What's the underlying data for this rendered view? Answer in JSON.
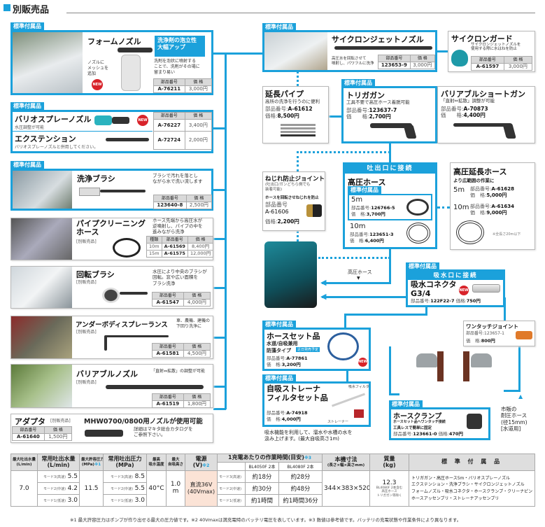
{
  "section_title": "別販売品",
  "tag_standard": "標準付属品",
  "foam": {
    "title": "フォームノズル",
    "badge": "洗浄剤の泡立性\n大幅アップ",
    "callout": "ノズルに\nメッシュを\n追加",
    "new": "NEW",
    "desc": "洗剤を泡状に噴射する\nことで、洗剤がその場に\n留まり易い",
    "h_part": "部品番号",
    "h_price": "価 格",
    "part": "A-76211",
    "price": "3,000円"
  },
  "vario": {
    "title": "バリオスプレーノズル",
    "sub": "水圧調整が可能",
    "new": "NEW",
    "part": "A-76227",
    "price": "3,400円",
    "ext_title": "エクステンション",
    "ext_sub": "バリオスプレーノズルと併用してください。",
    "ext_part": "A-72724",
    "ext_price": "2,000円",
    "h_part": "部品番号",
    "h_price": "価 格"
  },
  "brush": {
    "title": "洗浄ブラシ",
    "desc": "ブラシで汚れを落とし\nながら水で洗い流します",
    "h_part": "部品番号",
    "h_price": "価 格",
    "part": "123640-8",
    "price": "2,500円"
  },
  "pipe": {
    "title": "パイプクリーニング\nホース",
    "sub": "[別販売品]",
    "desc": "ホース先端から高圧水が\n逆噴射し、パイプの中を\n進みながら洗浄",
    "h_type": "種類",
    "h_part": "部品番号",
    "h_price": "価 格",
    "rows": [
      {
        "type": "10m",
        "part": "A-61569",
        "price": "8,400円"
      },
      {
        "type": "15m",
        "part": "A-61575",
        "price": "12,000円"
      }
    ]
  },
  "rotary": {
    "title": "回転ブラシ",
    "sub": "[別販売品]",
    "desc": "水圧により中央のブラシが\n回転。窓や広い面積を\nブラシ洗浄",
    "h_part": "部品番号",
    "h_price": "価 格",
    "part": "A-61547",
    "price": "4,000円"
  },
  "under": {
    "title": "アンダーボディスプレーランス",
    "sub": "[別販売品]",
    "desc": "車、農機、建機の\n下回り洗浄に",
    "h_part": "部品番号",
    "h_price": "価 格",
    "part": "A-61581",
    "price": "4,500円"
  },
  "varnoz": {
    "title": "バリアブルノズル",
    "sub": "[別販売品]",
    "desc": "「直射⇔拡散」の調整が可能",
    "h_part": "部品番号",
    "h_price": "価 格",
    "part": "A-61519",
    "price": "1,800円"
  },
  "adapter": {
    "title": "アダプタ",
    "sub": "[別販売品]",
    "headline": "MHW0700/0800用ノズルが使用可能",
    "desc": "詳細はマキタ総合カタログを\nご参照下さい。",
    "h_part": "部品番号",
    "h_price": "価 格",
    "part": "A-61640",
    "price": "1,500円"
  },
  "cyclone": {
    "title": "サイクロンジェットノズル",
    "desc": "高圧水を回転させて\n噴射し、パワフルに洗浄",
    "h_part": "部品番号",
    "h_price": "価 格",
    "part": "123653-9",
    "price": "3,000円"
  },
  "guard": {
    "title": "サイクロンガード",
    "desc": "サイクロンジェットノズルを\n使用する際に水はねを防止",
    "h_part": "部品番号",
    "h_price": "価 格",
    "part": "A-61597",
    "price": "3,000円"
  },
  "extpipe": {
    "title": "延長パイプ",
    "desc": "高所の洗浄を行うのに便利",
    "part_label": "部品番号:",
    "part": "A-61612",
    "price_label": "価格:",
    "price": "8,500円"
  },
  "trigger": {
    "title": "トリガガン",
    "desc": "工具不要で高圧ホース着脱可能",
    "part_label": "部品番号:",
    "part": "123637-7",
    "price_label": "価　　格:",
    "price": "2,700円"
  },
  "shortgun": {
    "title": "バリアブルショートガン",
    "desc": "「直射⇔拡散」調整が可能",
    "part_label": "部品番号:",
    "part": "A-70873",
    "price_label": "価　　格:",
    "price": "4,400円"
  },
  "twist": {
    "title": "ねじれ防止ジョイント",
    "note": "(吐出口/ガンどちら側でも\n装着可能)",
    "desc": "ホースを回転させねじれを防止",
    "part_label": "部品番号",
    "part": "A-61606",
    "price_label": "価格:",
    "price": "2,200円"
  },
  "discharge": {
    "header": "吐出口に接続",
    "title": "高圧ホース",
    "h5_len": "5m",
    "h5_part_label": "部品番号:",
    "h5_part": "126766-5",
    "h5_price_label": "価　格:",
    "h5_price": "3,700円",
    "h10_len": "10m",
    "h10_part_label": "部品番号:",
    "h10_part": "123651-3",
    "h10_price_label": "価　格:",
    "h10_price": "6,400円"
  },
  "hpext": {
    "title": "高圧延長ホース",
    "desc": "より広範囲の作業に",
    "a_len": "5m",
    "a_part_label": "部品番号:",
    "a_part": "A-61628",
    "a_price_label": "価　格:",
    "a_price": "5,000円",
    "b_len": "10m",
    "b_part_label": "部品番号:",
    "b_part": "A-61634",
    "b_price_label": "価　格:",
    "b_price": "9,000円",
    "note": "※全長さ20m以下"
  },
  "hp_hose_label": "高圧ホース",
  "intake": {
    "header": "吸水口に接続",
    "title": "吸水コネクタ\nG3/4",
    "new": "NEW",
    "part_label": "部品番号:",
    "part": "122F22-7",
    "price_label": "価格:",
    "price": "750円"
  },
  "onetouch": {
    "title": "ワンタッチジョイント",
    "part_label": "部品番号:",
    "part": "123657-1",
    "price_label": "価　格:",
    "price": "800円"
  },
  "hoseset": {
    "title": "ホースセット品",
    "sub1": "水道/自吸兼用",
    "sub2": "防藻タイプ",
    "soon": "近日発売予定",
    "new": "NEW",
    "part_label": "部品番号:",
    "part": "A-77861",
    "price_label": "価　格:",
    "price": "3,200円"
  },
  "strainer": {
    "title": "自吸ストレーナ\nフィルタセット品",
    "filter_label": "吸水フィルタ",
    "strainer_label": "ストレーナー",
    "part_label": "部品番号:",
    "part": "A-74918",
    "price_label": "価　格:",
    "price": "4,000円",
    "note": "吸水機能を利用して、溜水や水槽の水を\n汲み上げます。(最大自吸高さ1m)"
  },
  "clamp": {
    "title": "ホースクランプ",
    "desc1": "ホースセット品へワンタッチ接続",
    "desc2": "工具レスで簡単に固定",
    "part_label": "部品番号:",
    "part": "123661-0",
    "price_label": "価格:",
    "price": "470円"
  },
  "market_hose": "市販の\n耐圧ホース\n(径15mm)\n[水道用]",
  "spec": {
    "h_max_flow": "最大吐出水量",
    "u_max_flow": "(L/min)",
    "h_flow": "常用吐出水量",
    "u_flow": "(L/min)",
    "h_allow": "最大許容圧力",
    "u_allow": "(MPa)",
    "n_allow": "※1",
    "h_press": "常用吐出圧力",
    "u_press": "(MPa)",
    "h_temp": "最高\n吸水温度",
    "h_lift": "最大\n自吸高さ",
    "h_power": "電源",
    "u_power": "(V)",
    "n_power": "※2",
    "h_time": "1充電あたりの作業時間(目安)",
    "n_time": "※3",
    "h_bl50": "BL4050F 2本",
    "h_bl80": "BL4080F 2本",
    "h_dim": "本機寸法",
    "u_dim": "(長さ×幅×高さmm)",
    "h_mass": "質量",
    "u_mass": "(kg)",
    "h_acc": "標 準 付 属 品",
    "max_flow": "7.0",
    "allow": "11.5",
    "temp": "40°C",
    "lift": "1.0\nm",
    "power": "直流36V\n(40Vmax)",
    "dim": "344×383×520",
    "mass": "12.3",
    "mass_note": "BL4080F 2本含む\n高圧ホース\nトリガガン等除く",
    "modes": [
      {
        "label": "モード3(高速)",
        "flow": "5.5",
        "press": "8.5",
        "bl50": "約18分",
        "bl80": "約28分"
      },
      {
        "label": "モード2(中速)",
        "flow": "4.2",
        "press": "5.5",
        "bl50": "約30分",
        "bl80": "約48分"
      },
      {
        "label": "モード1(低速)",
        "flow": "3.0",
        "press": "3.0",
        "bl50": "約1時間",
        "bl80": "約1時間36分"
      }
    ],
    "accessories": "トリガガン・高圧ホース5m・バリオスプレーノズル\nエクステンション・洗浄ブラシ・サイクロンジェットノズル\nフォームノズル・吸水コネクタ・ホースクランプ・クリーナピン\nホースアッセンブリ・ストレーナアッセンブリ"
  },
  "footnote": "※1 最大許容圧力はポンプが作り出せる最大の圧力値です。※2 40Vmaxは満充電時のバッテリ電圧を表しています。※3 数値は参考値です。バッテリの充電状態や作業条件により異なります。",
  "colors": {
    "accent": "#1ba1db",
    "new_badge": "#d8232a",
    "power_cell": "#fbe3d6"
  }
}
